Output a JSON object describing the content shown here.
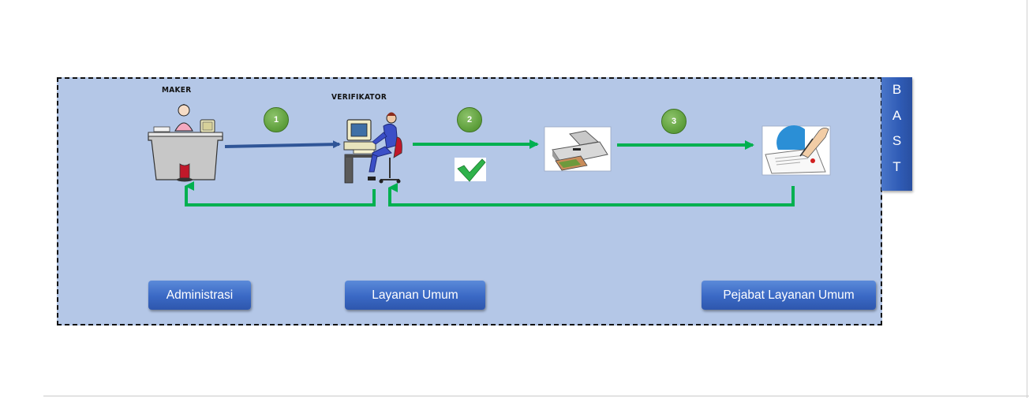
{
  "roles": {
    "maker": "MAKER",
    "verifikator": "VERIFIKATOR"
  },
  "steps": [
    "1",
    "2",
    "3"
  ],
  "side_tab": {
    "letters": [
      "B",
      "A",
      "S",
      "T"
    ]
  },
  "departments": {
    "administrasi": "Administrasi",
    "layanan_umum": "Layanan Umum",
    "pejabat": "Pejabat Layanan Umum"
  },
  "icons": {
    "maker": "clerk-at-desk-icon",
    "verifikator": "person-at-computer-icon",
    "approve": "checkmark-icon",
    "print": "printer-icon",
    "document": "signing-document-icon"
  },
  "colors": {
    "panel": "#b4c7e7",
    "flow_arrow_forward": "#2f5597",
    "flow_arrow_green": "#00b050",
    "step_badge": "#5e9f3c",
    "button": "#3a68c4"
  }
}
